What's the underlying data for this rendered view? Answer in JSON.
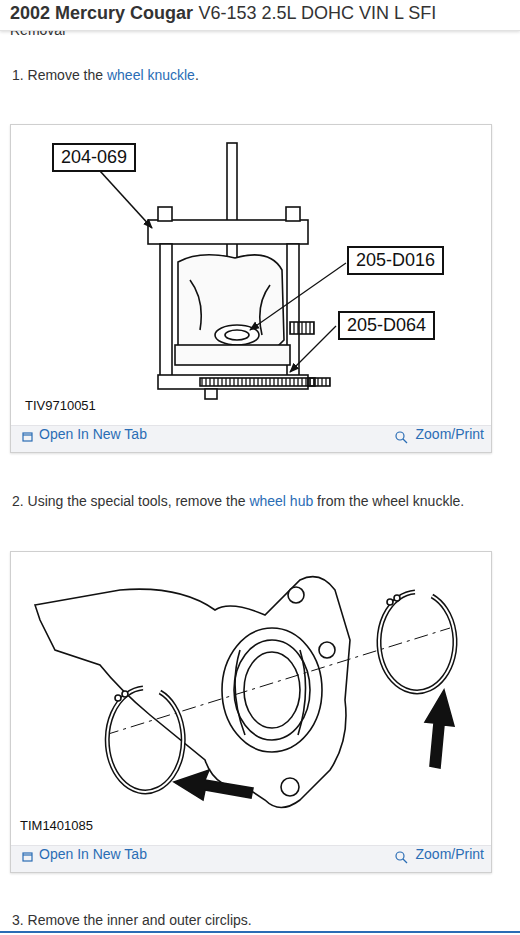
{
  "diagram": {
    "title": "2002 Mercury Cougar",
    "nodes": [
      {
        "text": [
          "204-069"
        ]
      },
      {
        "text": [
          "205-D016"
        ]
      },
      {
        "text": [
          "205-D064"
        ]
      }
    ],
    "labels": [
      "V6-153 2.5L DOHC VIN L SFI",
      "Removal",
      "1. Remove the",
      "wheel knuckle",
      ".",
      "TIV9710051",
      "Open In New Tab",
      "Zoom/Print",
      "2. Using the special tools, remove the",
      "wheel hub",
      "from the wheel knuckle.",
      "TIM1401085",
      "Open In New Tab",
      "Zoom/Print",
      "3. Remove the inner and outer circlips."
    ]
  }
}
